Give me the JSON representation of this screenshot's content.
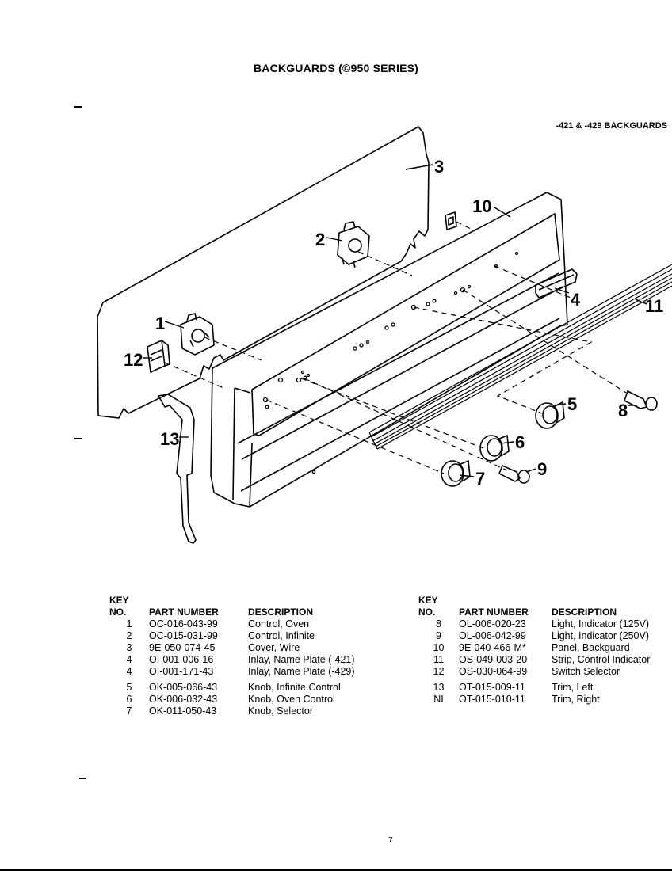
{
  "page": {
    "title": "BACKGUARDS (©950 SERIES)",
    "subtitle": "-421 & -429 BACKGUARDS",
    "page_number": "7"
  },
  "callouts": {
    "c1": "1",
    "c2": "2",
    "c3": "3",
    "c4": "4",
    "c5": "5",
    "c6": "6",
    "c7": "7",
    "c8": "8",
    "c9": "9",
    "c10": "10",
    "c11": "11",
    "c12": "12",
    "c13": "13"
  },
  "table_left": {
    "headers": {
      "key_line1": "KEY",
      "key_line2": "NO.",
      "part": "PART NUMBER",
      "desc": "DESCRIPTION"
    },
    "rows": [
      {
        "key": "1",
        "part": "OC-016-043-99",
        "desc": "Control, Oven"
      },
      {
        "key": "2",
        "part": "OC-015-031-99",
        "desc": "Control, Infinite"
      },
      {
        "key": "3",
        "part": "9E-050-074-45",
        "desc": "Cover, Wire"
      },
      {
        "key": "4",
        "part": "OI-001-006-16",
        "desc": "Inlay, Name Plate (-421)"
      },
      {
        "key": "4",
        "part": "OI-001-171-43",
        "desc": "Inlay, Name Plate (-429)"
      },
      {
        "key": "5",
        "part": "OK-005-066-43",
        "desc": "Knob, Infinite Control"
      },
      {
        "key": "6",
        "part": "OK-006-032-43",
        "desc": "Knob, Oven Control"
      },
      {
        "key": "7",
        "part": "OK-011-050-43",
        "desc": "Knob, Selector"
      }
    ]
  },
  "table_right": {
    "headers": {
      "key_line1": "KEY",
      "key_line2": "NO.",
      "part": "PART NUMBER",
      "desc": "DESCRIPTION"
    },
    "rows": [
      {
        "key": "8",
        "part": "OL-006-020-23",
        "desc": "Light, Indicator (125V)"
      },
      {
        "key": "9",
        "part": "OL-006-042-99",
        "desc": "Light, Indicator (250V)"
      },
      {
        "key": "10",
        "part": "9E-040-466-M*",
        "desc": "Panel, Backguard"
      },
      {
        "key": "11",
        "part": "OS-049-003-20",
        "desc": "Strip, Control Indicator"
      },
      {
        "key": "12",
        "part": "OS-030-064-99",
        "desc": "Switch Selector"
      },
      {
        "key": "13",
        "part": "OT-015-009-11",
        "desc": "Trim, Left"
      },
      {
        "key": "NI",
        "part": "OT-015-010-11",
        "desc": "Trim, Right"
      }
    ]
  }
}
